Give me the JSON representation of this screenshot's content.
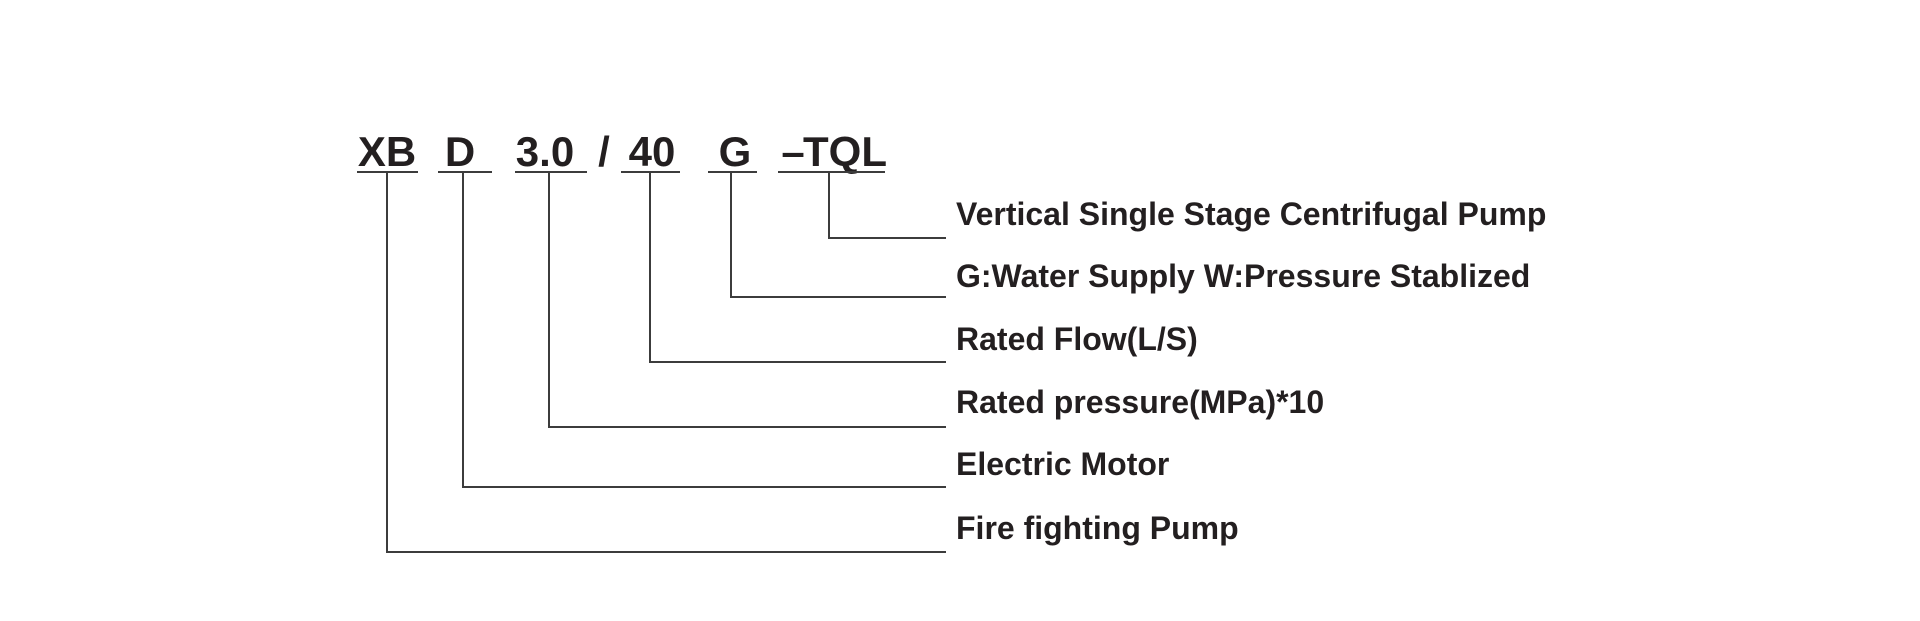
{
  "colors": {
    "ink": "#231f20",
    "line": "#3c3c3c",
    "bg": "#ffffff"
  },
  "code": {
    "tokens": [
      "XB",
      "D",
      "3.0",
      "/",
      "40",
      "G",
      "–",
      "TQL"
    ]
  },
  "labels": [
    "Vertical Single Stage Centrifugal Pump",
    "G:Water Supply W:Pressure Stablized",
    "Rated Flow(L/S)",
    "Rated pressure(MPa)*10",
    "Electric Motor",
    "Fire fighting Pump"
  ]
}
